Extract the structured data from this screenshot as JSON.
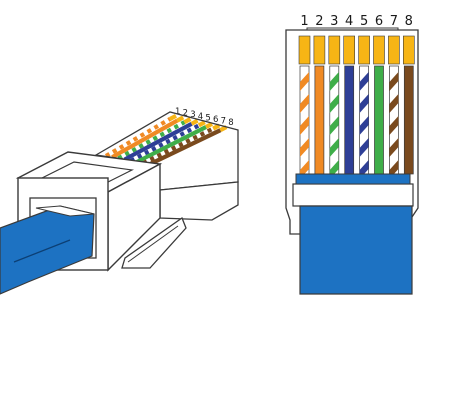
{
  "pin_labels": [
    "1",
    "2",
    "3",
    "4",
    "5",
    "6",
    "7",
    "8"
  ],
  "wires": [
    {
      "pin": "1",
      "base": "#ffffff",
      "stripe": "#f08a24"
    },
    {
      "pin": "2",
      "base": "#f08a24",
      "stripe": null
    },
    {
      "pin": "3",
      "base": "#ffffff",
      "stripe": "#3fae49"
    },
    {
      "pin": "4",
      "base": "#2e3f96",
      "stripe": null
    },
    {
      "pin": "5",
      "base": "#ffffff",
      "stripe": "#2e3f96"
    },
    {
      "pin": "6",
      "base": "#3fae49",
      "stripe": null
    },
    {
      "pin": "7",
      "base": "#ffffff",
      "stripe": "#7a4a1e"
    },
    {
      "pin": "8",
      "base": "#7a4a1e",
      "stripe": null
    }
  ],
  "colors": {
    "contact_gold": "#f7b515",
    "cable_blue": "#1d72c2",
    "outline": "#3a3a3a",
    "plug_body": "#ffffff"
  }
}
